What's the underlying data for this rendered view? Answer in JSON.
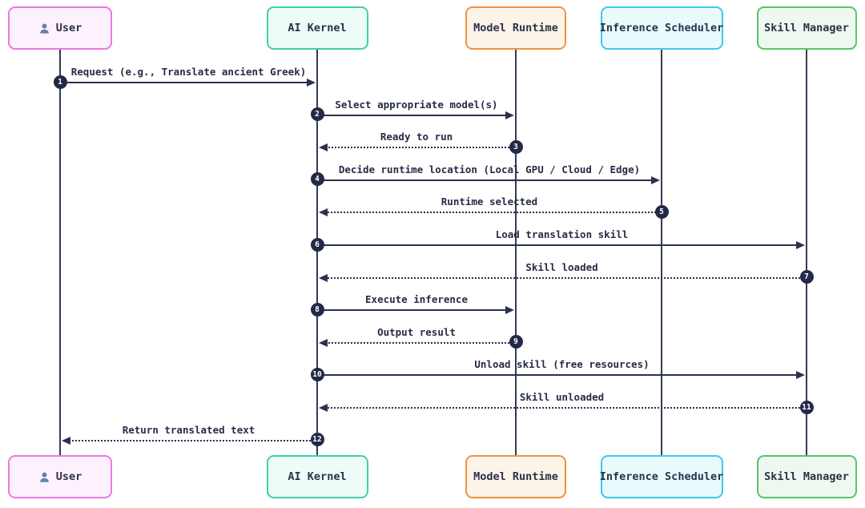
{
  "diagram": {
    "type": "sequence-diagram",
    "background_color": "#ffffff",
    "line_color": "#2a3050",
    "lifeline_color": "#343a55",
    "text_color": "#262c45",
    "number_badge_color": "#232946",
    "number_badge_text_color": "#ffffff",
    "person_icon_color": "#5f81a9",
    "actors": [
      {
        "id": "user",
        "label": "User",
        "icon": "person-icon",
        "border_color": "#e879e2",
        "fill_color": "#fdf1fd"
      },
      {
        "id": "ai-kernel",
        "label": "AI Kernel",
        "icon": "",
        "border_color": "#3fcfae",
        "fill_color": "#eefcf8"
      },
      {
        "id": "model-runtime",
        "label": "Model Runtime",
        "icon": "",
        "border_color": "#f0923f",
        "fill_color": "#fdf4e9"
      },
      {
        "id": "inference-scheduler",
        "label": "Inference Scheduler",
        "icon": "",
        "border_color": "#41c7e9",
        "fill_color": "#e9fafd"
      },
      {
        "id": "skill-manager",
        "label": "Skill Manager",
        "icon": "",
        "border_color": "#57c468",
        "fill_color": "#edf9f0"
      }
    ],
    "messages": [
      {
        "num": 1,
        "from": "user",
        "to": "ai-kernel",
        "line": "solid",
        "label": "Request (e.g., Translate ancient Greek)"
      },
      {
        "num": 2,
        "from": "ai-kernel",
        "to": "model-runtime",
        "line": "solid",
        "label": "Select appropriate model(s)"
      },
      {
        "num": 3,
        "from": "model-runtime",
        "to": "ai-kernel",
        "line": "dotted",
        "label": "Ready to run"
      },
      {
        "num": 4,
        "from": "ai-kernel",
        "to": "inference-scheduler",
        "line": "solid",
        "label": "Decide runtime location (Local GPU / Cloud / Edge)"
      },
      {
        "num": 5,
        "from": "inference-scheduler",
        "to": "ai-kernel",
        "line": "dotted",
        "label": "Runtime selected"
      },
      {
        "num": 6,
        "from": "ai-kernel",
        "to": "skill-manager",
        "line": "solid",
        "label": "Load translation skill"
      },
      {
        "num": 7,
        "from": "skill-manager",
        "to": "ai-kernel",
        "line": "dotted",
        "label": "Skill loaded"
      },
      {
        "num": 8,
        "from": "ai-kernel",
        "to": "model-runtime",
        "line": "solid",
        "label": "Execute inference"
      },
      {
        "num": 9,
        "from": "model-runtime",
        "to": "ai-kernel",
        "line": "dotted",
        "label": "Output result"
      },
      {
        "num": 10,
        "from": "ai-kernel",
        "to": "skill-manager",
        "line": "solid",
        "label": "Unload skill (free resources)"
      },
      {
        "num": 11,
        "from": "skill-manager",
        "to": "ai-kernel",
        "line": "dotted",
        "label": "Skill unloaded"
      },
      {
        "num": 12,
        "from": "ai-kernel",
        "to": "user",
        "line": "dotted",
        "label": "Return translated text"
      }
    ]
  }
}
